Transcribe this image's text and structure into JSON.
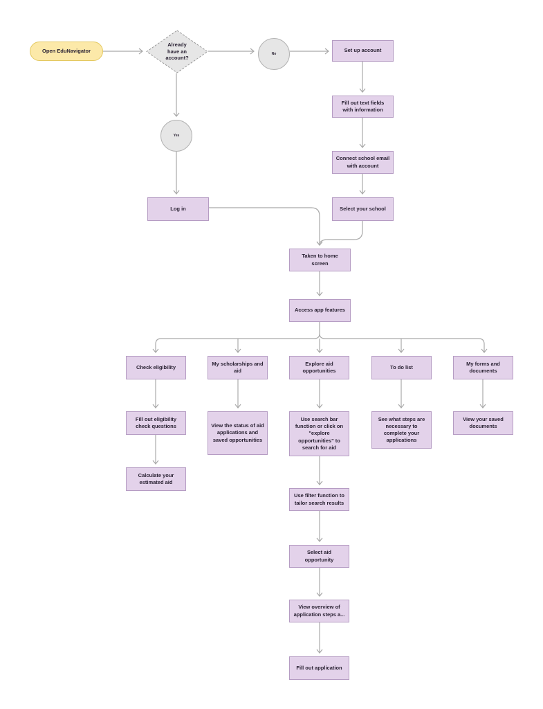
{
  "flow": {
    "start": "Open EduNavigator",
    "decision": "Already\nhave an\naccount?",
    "no": "No",
    "yes": "Yes",
    "setup": "Set up account",
    "fill_fields": "Fill out  text fields\nwith information",
    "connect_email": "Connect school email\nwith account",
    "select_school": "Select your school",
    "login": "Log in",
    "home": "Taken to home\nscreen",
    "features": "Access  app features",
    "check_eligibility": "Check eligibility",
    "fill_eligibility": "Fill out eligibility\ncheck questions",
    "calc_aid": "Calculate your\nestimated aid",
    "scholarships": "My scholarships and\naid",
    "view_status": "View the status of aid\napplications and\nsaved opportunities",
    "explore": "Explore aid\nopportunities",
    "search": "Use search bar\nfunction or click on\n\"explore\nopportunities\" to\nsearch for aid",
    "filter": "Use filter function to\ntailor search results",
    "select_aid": "Select aid\nopportunity",
    "overview": "View overview of\napplication steps a...",
    "fill_app": "Fill out application",
    "todo": "To do list",
    "todo_steps": "See what steps are\nnecessary to\ncomplete your\napplications",
    "forms": "My forms and\ndocuments",
    "saved_docs": "View your saved\ndocuments"
  },
  "colors": {
    "box_fill": "#e3d2ea",
    "box_border": "#b59cc3",
    "start_fill": "#fce9a9",
    "decision_fill": "#e6e6e6",
    "connector": "#a9a9a9"
  }
}
